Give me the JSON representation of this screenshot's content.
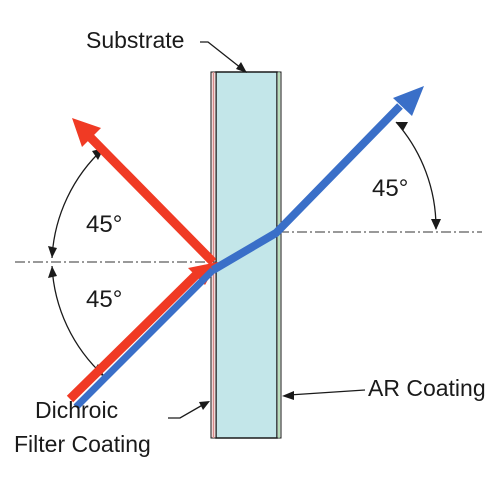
{
  "labels": {
    "substrate": "Substrate",
    "ar_coating": "AR Coating",
    "dichroic_line1": "Dichroic",
    "dichroic_line2": "Filter Coating",
    "angle_upper_left": "45°",
    "angle_lower_left": "45°",
    "angle_right": "45°"
  },
  "colors": {
    "incident_reflected_beam": "#f03a24",
    "transmitted_beam": "#3a6fc8",
    "substrate_fill": "#c3e6e9",
    "dichroic_coating": "#d98a8a",
    "ar_coating": "#9ccfa0",
    "outline": "#1a1a1a"
  }
}
